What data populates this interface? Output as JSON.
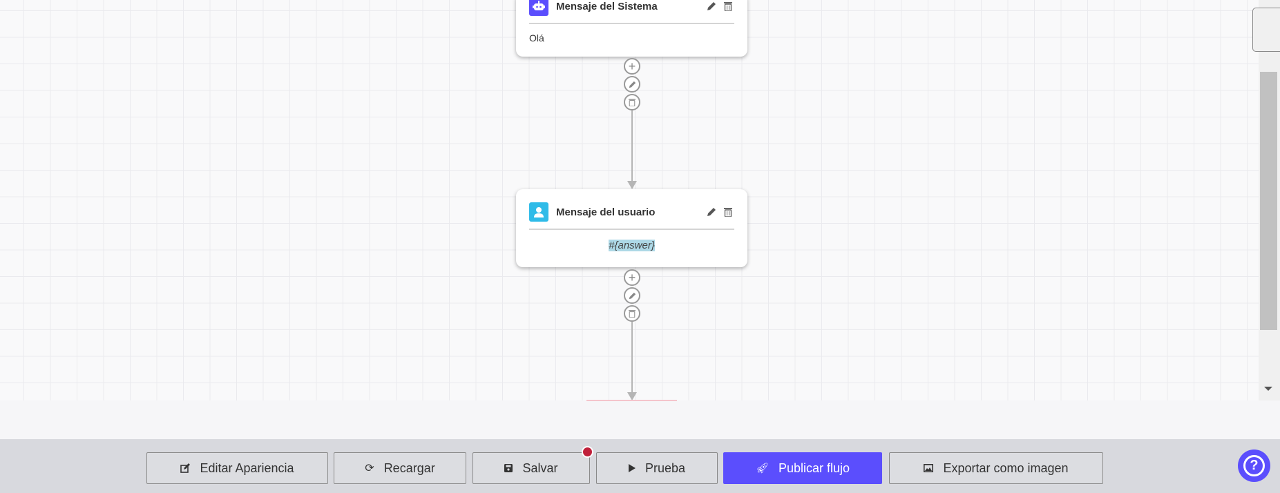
{
  "nodes": [
    {
      "type": "system",
      "title": "Mensaje del Sistema",
      "body": "Olá",
      "icon": "robot-icon",
      "color": "#5b4efd"
    },
    {
      "type": "user",
      "title": "Mensaje del usuario",
      "body": "#{answer}",
      "icon": "user-icon",
      "color": "#2fbbe8"
    }
  ],
  "toolbar": {
    "edit_appearance": "Editar Apariencia",
    "reload": "Recargar",
    "save": "Salvar",
    "test": "Prueba",
    "publish": "Publicar flujo",
    "export": "Exportar como imagen"
  },
  "colors": {
    "primary": "#5b4efd",
    "unsaved_dot": "#c0203a",
    "help": "#5b4efd"
  }
}
